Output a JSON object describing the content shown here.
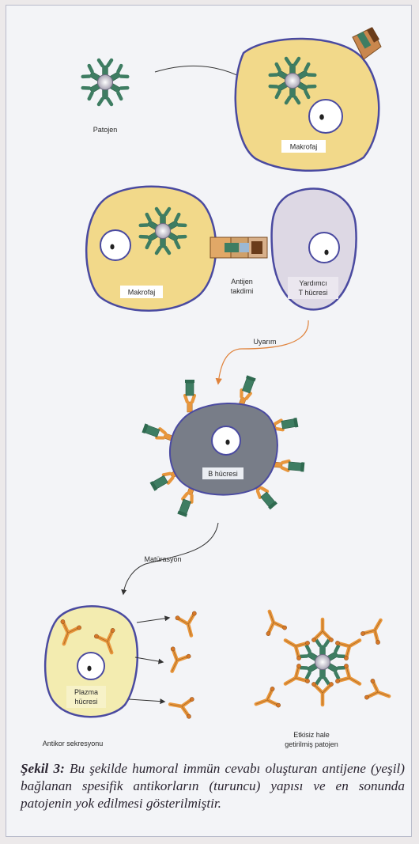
{
  "labels": {
    "pathogen": "Patojen",
    "macrophage_top": "Makrofaj",
    "macrophage_mid": "Makrofaj",
    "antigen_presentation_1": "Antijen",
    "antigen_presentation_2": "takdimi",
    "helper_t_1": "Yardımcı",
    "helper_t_2": "T hücresi",
    "stimulation": "Uyarım",
    "b_cell": "B hücresi",
    "maturation": "Matürasyon",
    "plasma_cell_1": "Plazma",
    "plasma_cell_2": "hücresi",
    "antibody_secretion": "Antikor sekresyonu",
    "neutralized_1": "Etkisiz hale",
    "neutralized_2": "getirilmiş patojen"
  },
  "caption": {
    "label": "Şekil 3:",
    "text": "Bu şekilde humoral immün cevabı oluşturan antijene (yeşil) bağlanan spesifik antikorların (turuncu) yapısı ve en sonunda patojenin yok edilmesi gösterilmiştir."
  },
  "colors": {
    "macrophage": "#f2d98a",
    "cell_outline": "#4a4aa0",
    "helper_t": "#ddd8e4",
    "b_cell": "#787d88",
    "plasma_cell": "#f3ecb0",
    "antigen_green": "#3e7d62",
    "antibody_orange": "#e8963c"
  }
}
